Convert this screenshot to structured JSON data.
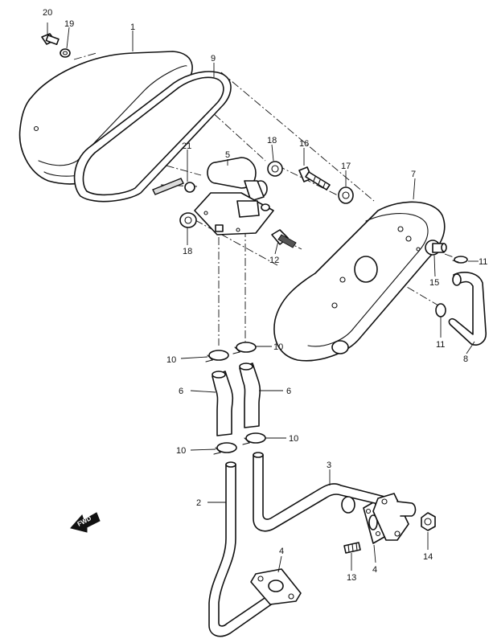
{
  "diagram": {
    "fwd_label": "FWD",
    "callouts": [
      "20",
      "19",
      "1",
      "9",
      "18",
      "16",
      "17",
      "7",
      "21",
      "5",
      "12",
      "18",
      "15",
      "11",
      "11",
      "8",
      "10",
      "10",
      "6",
      "6",
      "10",
      "10",
      "3",
      "2",
      "4",
      "4",
      "13",
      "14"
    ]
  }
}
